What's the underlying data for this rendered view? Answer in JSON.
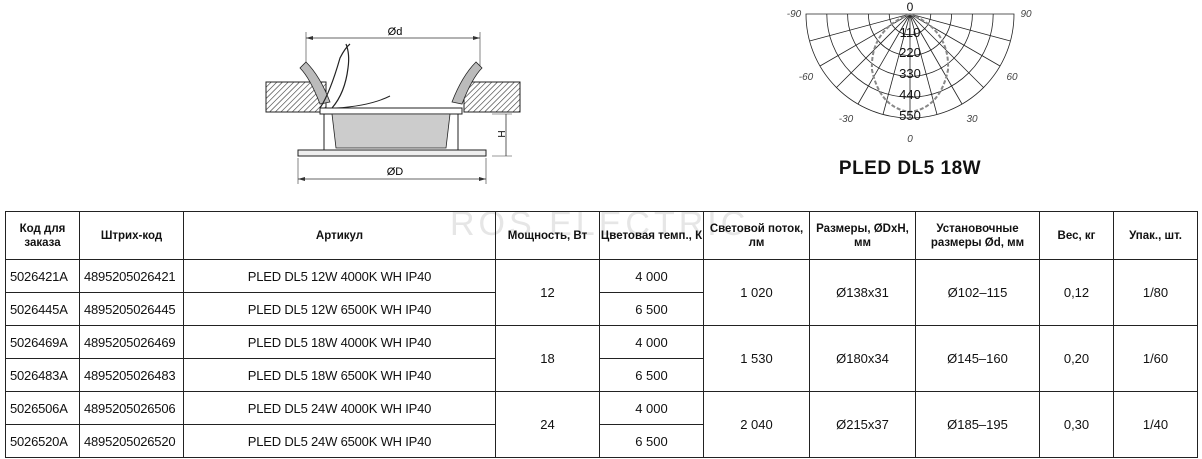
{
  "drawing": {
    "dim_d_small": "Ød",
    "dim_d_large": "ØD",
    "dim_h": "H"
  },
  "polar": {
    "title": "PLED DL5 18W",
    "angle_labels": [
      "0",
      "-90",
      "90",
      "-60",
      "60",
      "-30",
      "30",
      "0"
    ],
    "ring_labels": [
      "110",
      "220",
      "330",
      "440",
      "550"
    ]
  },
  "watermark": "ROS ELECTRIC",
  "table": {
    "headers": [
      "Код для заказа",
      "Штрих-код",
      "Артикул",
      "Мощность, Вт",
      "Цветовая темп., К",
      "Световой поток, лм",
      "Размеры, ØDxH, мм",
      "Установочные размеры Ød, мм",
      "Вес, кг",
      "Упак., шт."
    ],
    "groups": [
      {
        "power": "12",
        "flux": "1 020",
        "size": "Ø138x31",
        "mount": "Ø102–115",
        "weight": "0,12",
        "pack": "1/80",
        "rows": [
          {
            "code": "5026421A",
            "barcode": "4895205026421",
            "article": "PLED DL5 12W 4000K WH IP40",
            "temp": "4 000"
          },
          {
            "code": "5026445A",
            "barcode": "4895205026445",
            "article": "PLED DL5 12W 6500K WH IP40",
            "temp": "6 500"
          }
        ]
      },
      {
        "power": "18",
        "flux": "1 530",
        "size": "Ø180x34",
        "mount": "Ø145–160",
        "weight": "0,20",
        "pack": "1/60",
        "rows": [
          {
            "code": "5026469A",
            "barcode": "4895205026469",
            "article": "PLED DL5 18W 4000K WH IP40",
            "temp": "4 000"
          },
          {
            "code": "5026483A",
            "barcode": "4895205026483",
            "article": "PLED DL5 18W 6500K WH IP40",
            "temp": "6 500"
          }
        ]
      },
      {
        "power": "24",
        "flux": "2 040",
        "size": "Ø215x37",
        "mount": "Ø185–195",
        "weight": "0,30",
        "pack": "1/40",
        "rows": [
          {
            "code": "5026506A",
            "barcode": "4895205026506",
            "article": "PLED DL5 24W 4000K WH IP40",
            "temp": "4 000"
          },
          {
            "code": "5026520A",
            "barcode": "4895205026520",
            "article": "PLED DL5 24W 6500K WH IP40",
            "temp": "6 500"
          }
        ]
      }
    ]
  }
}
